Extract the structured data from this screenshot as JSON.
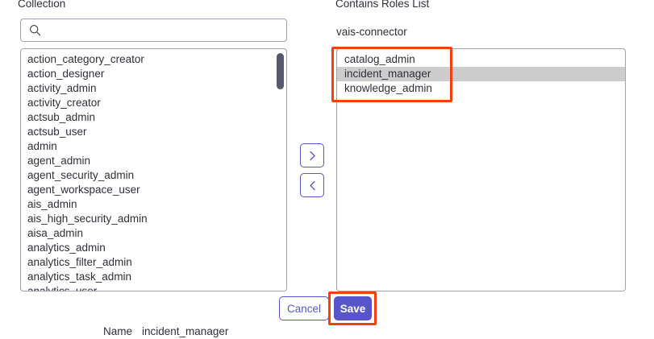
{
  "left_panel": {
    "label": "Collection",
    "search": {
      "placeholder": "",
      "value": "",
      "icon": "search-icon"
    },
    "items": [
      "action_category_creator",
      "action_designer",
      "activity_admin",
      "activity_creator",
      "actsub_admin",
      "actsub_user",
      "admin",
      "agent_admin",
      "agent_security_admin",
      "agent_workspace_user",
      "ais_admin",
      "ais_high_security_admin",
      "aisa_admin",
      "analytics_admin",
      "analytics_filter_admin",
      "analytics_task_admin",
      "analytics_user"
    ],
    "scrollbar": {
      "thumb_color": "#565a6e",
      "position": "top"
    }
  },
  "transfer": {
    "move_right_label": "›",
    "move_left_label": "‹",
    "accent_color": "#5755c9"
  },
  "right_panel": {
    "label": "Contains Roles List",
    "owner": "vais-connector",
    "items": [
      {
        "label": "catalog_admin",
        "selected": false
      },
      {
        "label": "incident_manager",
        "selected": true
      },
      {
        "label": "knowledge_admin",
        "selected": false
      }
    ],
    "selected_row_color": "#cdcdcd"
  },
  "actions": {
    "cancel_label": "Cancel",
    "save_label": "Save",
    "primary_color": "#5755c9"
  },
  "footer": {
    "name_label": "Name",
    "name_value": "incident_manager"
  },
  "annotations": {
    "color": "#f4400f",
    "boxes": [
      {
        "name": "roles-highlight",
        "target": "right-panel-items"
      },
      {
        "name": "save-highlight",
        "target": "save-button"
      }
    ]
  }
}
